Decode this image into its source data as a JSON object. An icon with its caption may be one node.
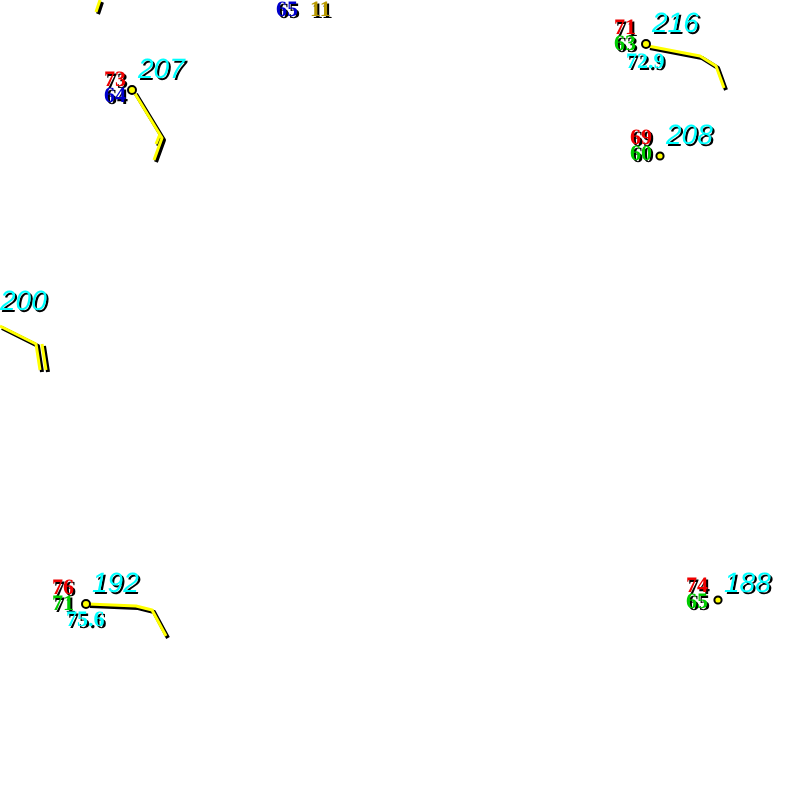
{
  "diagram": {
    "labels": [
      "65",
      "11",
      "71",
      "216",
      "63",
      "72.9",
      "73",
      "207",
      "64",
      "69",
      "208",
      "60",
      "200",
      "76",
      "192",
      "71",
      "75.6",
      "74",
      "188",
      "65"
    ]
  }
}
